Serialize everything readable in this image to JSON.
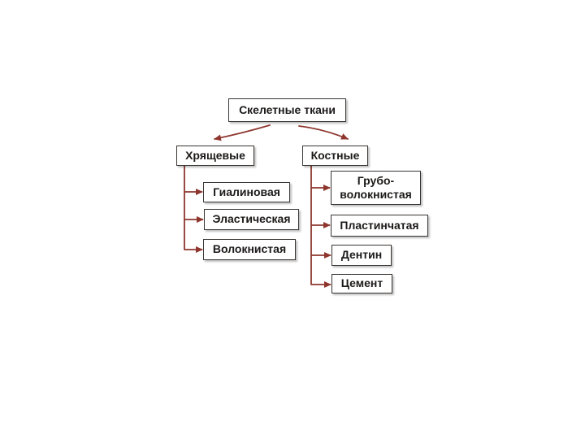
{
  "page": {
    "background": "#ffffff"
  },
  "colors": {
    "connector": "#8e362e",
    "box_border": "#3a3633",
    "box_fill": "#ffffff",
    "text": "#1c1a19"
  },
  "diagram": {
    "type": "tree",
    "root": {
      "label": "Скелетные ткани"
    },
    "branches": [
      {
        "label": "Хрящевые",
        "children": [
          {
            "label": "Гиалиновая"
          },
          {
            "label": "Эластическая"
          },
          {
            "label": "Волокнистая"
          }
        ]
      },
      {
        "label": "Костные",
        "children": [
          {
            "label": "Грубо-волокнистая"
          },
          {
            "label": "Пластинчатая"
          },
          {
            "label": "Дентин"
          },
          {
            "label": "Цемент"
          }
        ]
      }
    ]
  }
}
